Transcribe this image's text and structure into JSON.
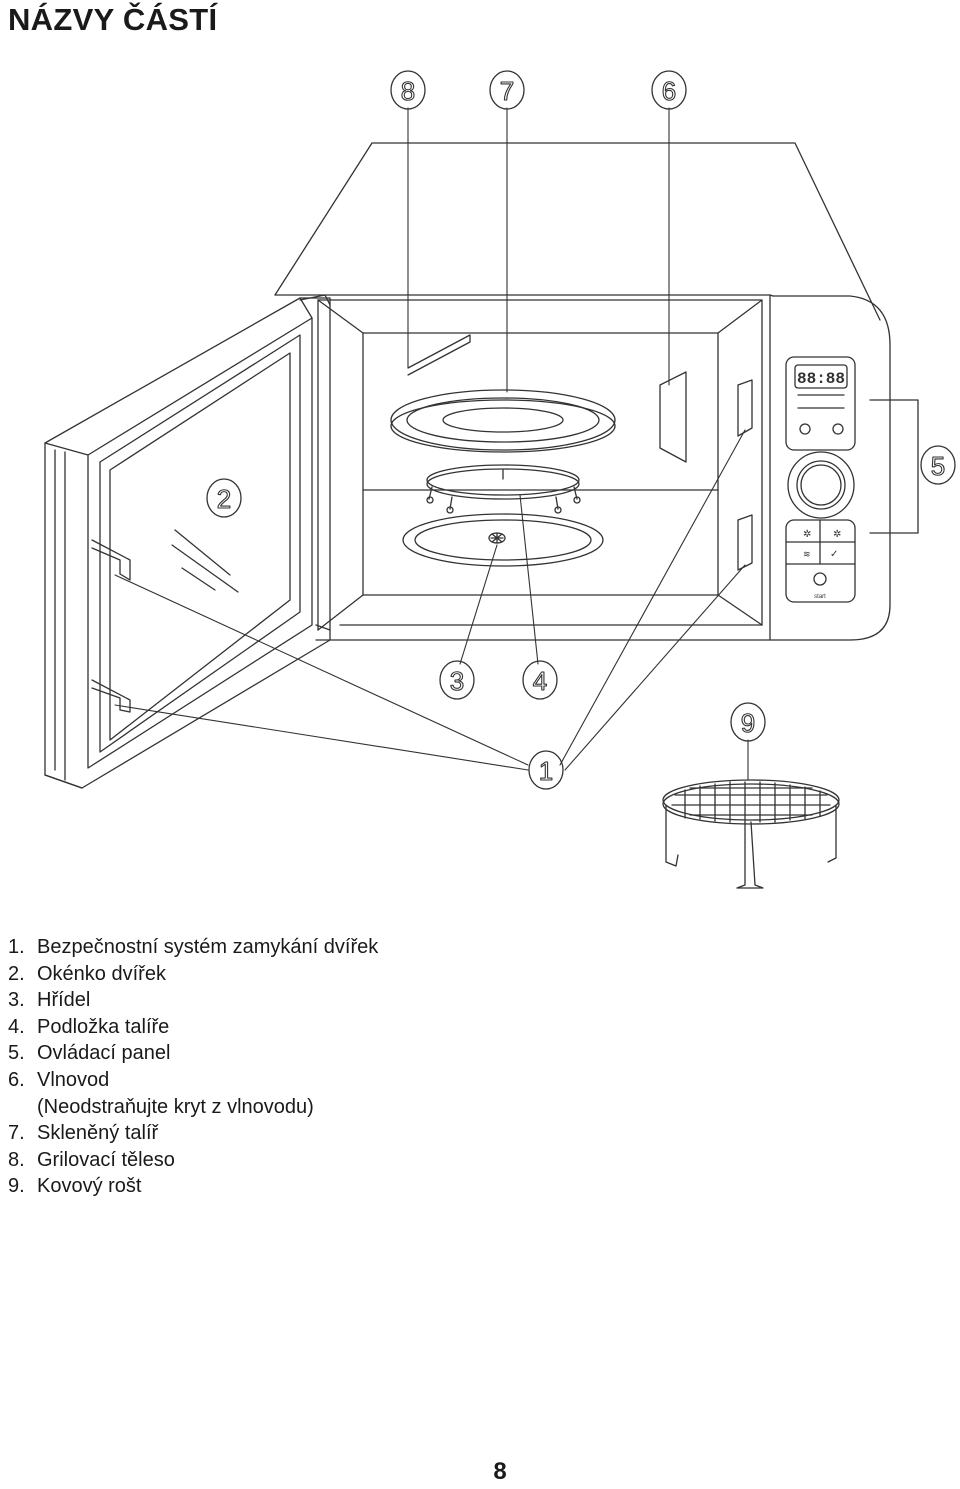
{
  "page": {
    "title": "NÁZVY ČÁSTÍ",
    "page_number": "8"
  },
  "callouts": [
    "1",
    "2",
    "3",
    "4",
    "5",
    "6",
    "7",
    "8",
    "9"
  ],
  "display": {
    "time": "88:88",
    "start_label": "start"
  },
  "parts": [
    {
      "num": "1.",
      "label": "Bezpečnostní systém zamykání dvířek"
    },
    {
      "num": "2.",
      "label": "Okénko dvířek"
    },
    {
      "num": "3.",
      "label": "Hřídel"
    },
    {
      "num": "4.",
      "label": "Podložka talíře"
    },
    {
      "num": "5.",
      "label": "Ovládací panel"
    },
    {
      "num": "6.",
      "label": "Vlnovod",
      "note": "(Neodstraňujte kryt z vlnovodu)"
    },
    {
      "num": "7.",
      "label": "Skleněný talíř"
    },
    {
      "num": "8.",
      "label": "Grilovací těleso"
    },
    {
      "num": "9.",
      "label": "Kovový rošt"
    }
  ]
}
